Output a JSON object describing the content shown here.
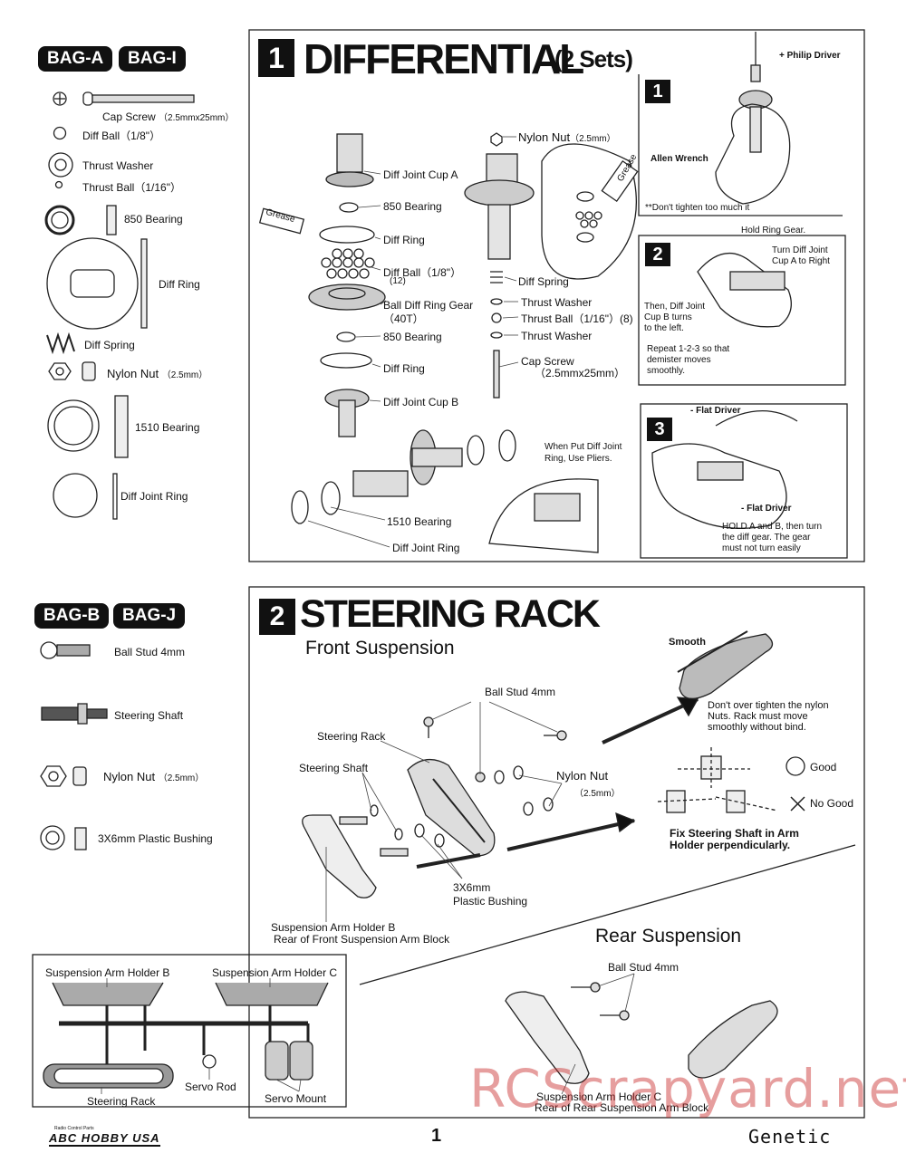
{
  "bags_top": [
    "BAG-A",
    "BAG-I"
  ],
  "parts_top": {
    "cap_screw": "Cap Screw",
    "cap_screw_size": "（2.5mmx25mm）",
    "diff_ball": "Diff Ball（1/8\"）",
    "thrust_washer": "Thrust Washer",
    "thrust_ball": "Thrust Ball（1/16\"）",
    "bearing_850": "850 Bearing",
    "diff_ring": "Diff Ring",
    "diff_spring": "Diff Spring",
    "nylon_nut": "Nylon Nut",
    "nylon_nut_size": "（2.5mm）",
    "bearing_1510": "1510 Bearing",
    "diff_joint_ring": "Diff Joint Ring"
  },
  "section1": {
    "number": "1",
    "title": "DIFFERENTIAL",
    "subtitle": "(2 Sets)",
    "labels": {
      "diff_joint_cup_a": "Diff Joint Cup A",
      "bearing_850_a": "850 Bearing",
      "grease_a": "Grease",
      "diff_ring_a": "Diff Ring",
      "diff_ball": "Diff Ball（1/8\"）",
      "diff_ball_qty": "(12)",
      "ring_gear": "Ball Diff Ring Gear",
      "ring_gear_teeth": "（40T）",
      "bearing_850_b": "850 Bearing",
      "diff_ring_b": "Diff Ring",
      "diff_joint_cup_b": "Diff Joint Cup B",
      "nylon_nut": "Nylon Nut",
      "nylon_nut_size": "（2.5mm）",
      "diff_spring": "Diff Spring",
      "thrust_washer_a": "Thrust Washer",
      "thrust_ball": "Thrust Ball（1/16\"）(8)",
      "thrust_washer_b": "Thrust Washer",
      "cap_screw": "Cap Screw",
      "cap_screw_size": "（2.5mmx25mm）",
      "grease_b": "Grease",
      "bearing_1510": "1510 Bearing",
      "diff_joint_ring": "Diff Joint Ring",
      "pliers_note_1": "When Put Diff Joint",
      "pliers_note_2": "Ring, Use Pliers."
    },
    "substeps": {
      "s1_num": "1",
      "s1_driver": "+ Philip Driver",
      "s1_wrench": "Allen Wrench",
      "s1_note": "**Don't tighten too much it",
      "s2_num": "2",
      "s2_hold": "Hold Ring Gear.",
      "s2_turn_1": "Turn Diff Joint",
      "s2_turn_2": "Cup A to Right",
      "s2_then_1": "Then, Diff Joint",
      "s2_then_2": "Cup B turns",
      "s2_then_3": "to the left.",
      "s2_repeat_1": "Repeat 1-2-3 so that",
      "s2_repeat_2": "demister moves",
      "s2_repeat_3": "smoothly.",
      "s3_num": "3",
      "s3_flat_a": "- Flat Driver",
      "s3_flat_b": "- Flat Driver",
      "s3_hold_1": "HOLD A and B, then turn",
      "s3_hold_2": "the diff gear. The gear",
      "s3_hold_3": "must not turn easily"
    }
  },
  "bags_mid": [
    "BAG-B",
    "BAG-J"
  ],
  "parts_mid": {
    "ball_stud": "Ball Stud  4mm",
    "steering_shaft": "Steering Shaft",
    "nylon_nut": "Nylon Nut",
    "nylon_nut_size": "（2.5mm）",
    "bushing": "3X6mm Plastic Bushing"
  },
  "section2": {
    "number": "2",
    "title": "STEERING RACK",
    "front": "Front Suspension",
    "rear": "Rear Suspension",
    "labels": {
      "ball_stud": "Ball Stud  4mm",
      "steering_rack": "Steering Rack",
      "steering_shaft": "Steering Shaft",
      "nylon_nut": "Nylon Nut",
      "nylon_nut_size": "（2.5mm）",
      "bushing_1": "3X6mm",
      "bushing_2": "Plastic Bushing",
      "holder_b": "Suspension Arm Holder B",
      "holder_b_desc": "Rear of Front Suspension Arm Block",
      "smooth": "Smooth",
      "no_tight_1": "Don't over tighten the nylon",
      "no_tight_2": "Nuts.  Rack must move",
      "no_tight_3": "smoothly without bind.",
      "good": "Good",
      "no_good": "No Good",
      "fix_1": "Fix Steering Shaft in Arm",
      "fix_2": "Holder perpendicularly.",
      "rear_ball_stud": "Ball Stud  4mm",
      "holder_c": "Suspension Arm Holder C",
      "holder_c_desc": "Rear of Rear Suspension Arm Block"
    }
  },
  "tree": {
    "holder_b": "Suspension Arm Holder B",
    "holder_c": "Suspension Arm Holder C",
    "servo_rod": "Servo Rod",
    "steering_rack": "Steering Rack",
    "servo_mount": "Servo Mount"
  },
  "footer": {
    "page": "1",
    "logo_small": "Radio Control Parts",
    "logo": "ABC HOBBY USA",
    "brand": "Genetic",
    "watermark": "RCScrapyard.net"
  }
}
